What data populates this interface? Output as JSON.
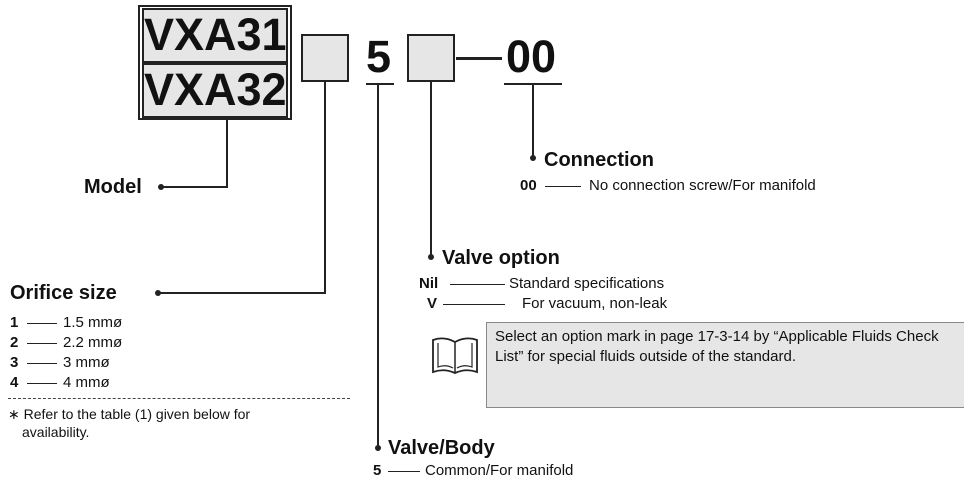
{
  "model_codes": [
    "VXA31",
    "VXA32"
  ],
  "fixed_digit": "5",
  "suffix": "00",
  "dash": "—",
  "model": {
    "label": "Model"
  },
  "orifice": {
    "label": "Orifice size",
    "options": [
      {
        "code": "1",
        "desc": "1.5 mmø"
      },
      {
        "code": "2",
        "desc": "2.2 mmø"
      },
      {
        "code": "3",
        "desc": "3 mmø"
      },
      {
        "code": "4",
        "desc": "4 mmø"
      }
    ],
    "note_line1": "∗ Refer to the table (1) given below for",
    "note_line2": "availability."
  },
  "valve_body": {
    "label": "Valve/Body",
    "options": [
      {
        "code": "5",
        "desc": "Common/For manifold"
      }
    ]
  },
  "valve_option": {
    "label": "Valve option",
    "options": [
      {
        "code": "Nil",
        "desc": "Standard specifications"
      },
      {
        "code": "V",
        "desc": "For vacuum, non-leak"
      }
    ],
    "note": "Select an option mark in page 17-3-14 by “Applicable Fluids Check List” for special fluids outside of the standard."
  },
  "connection": {
    "label": "Connection",
    "options": [
      {
        "code": "00",
        "desc": "No connection screw/For manifold"
      }
    ]
  },
  "icons": [
    "book-icon"
  ]
}
